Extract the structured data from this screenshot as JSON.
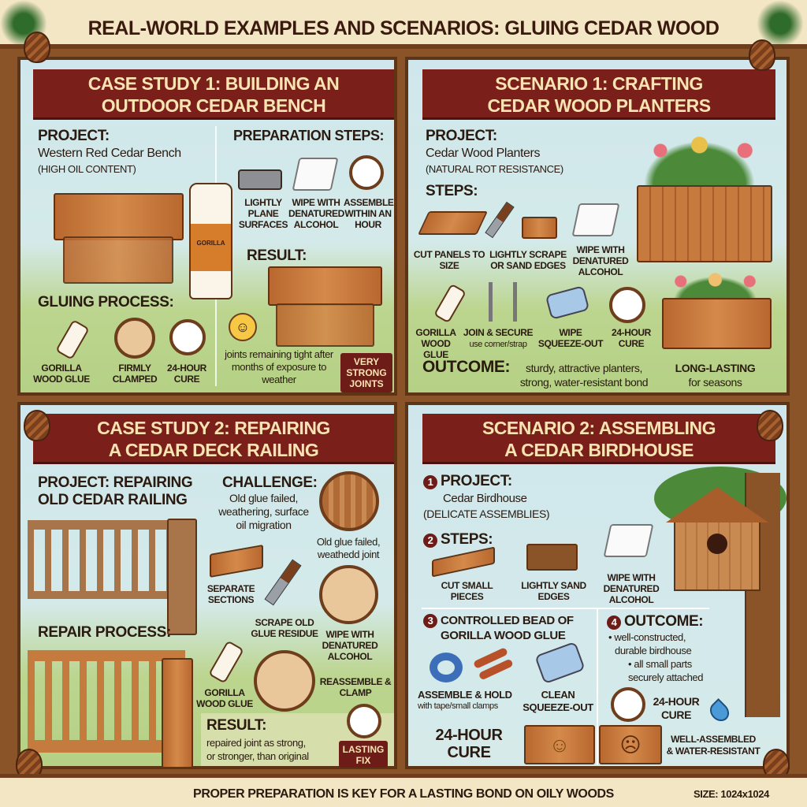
{
  "title": "REAL-WORLD EXAMPLES AND SCENARIOS: GLUING CEDAR WOOD",
  "footer": {
    "text": "PROPER PREPARATION IS KEY FOR A LASTING BOND ON OILY WOODS",
    "size": "SIZE: 1024x1024"
  },
  "colors": {
    "banner": "#7a1f1a",
    "frame": "#8a5428",
    "text": "#2a1a10",
    "cream": "#f3e6c4"
  },
  "case1": {
    "banner": [
      "CASE STUDY 1: BUILDING AN",
      "OUTDOOR CEDAR BENCH"
    ],
    "project_label": "PROJECT:",
    "project_name": "Western Red Cedar Bench",
    "project_note": "(HIGH OIL CONTENT)",
    "prep_label": "PREPARATION STEPS:",
    "prep_steps": [
      {
        "icon": "hand-plane-icon",
        "label": "LIGHTLY PLANE SURFACES"
      },
      {
        "icon": "cloth-icon",
        "label": "WIPE WITH DENATURED ALCOHOL"
      },
      {
        "icon": "stopwatch-icon",
        "label": "ASSEMBLE WITHIN AN HOUR"
      }
    ],
    "glue_brand": "GORILLA",
    "result_label": "RESULT:",
    "result_text": "joints remaining tight after months of exposure to weather",
    "result_badge": "VERY STRONG JOINTS",
    "gluing_label": "GLUING PROCESS:",
    "gluing_steps": [
      {
        "icon": "glue-bottle-icon",
        "label": "GORILLA WOOD GLUE"
      },
      {
        "icon": "clamp-icon",
        "label": "FIRMLY CLAMPED"
      },
      {
        "icon": "stopwatch-icon",
        "label": "24-HOUR CURE"
      }
    ]
  },
  "scenario1": {
    "banner": [
      "SCENARIO 1: CRAFTING",
      "CEDAR WOOD PLANTERS"
    ],
    "project_label": "PROJECT:",
    "project_name": "Cedar Wood Planters",
    "project_note": "(NATURAL ROT RESISTANCE)",
    "steps_label": "STEPS:",
    "steps": [
      {
        "icon": "wood-panels-icon",
        "label": "CUT PANELS TO SIZE"
      },
      {
        "icon": "chisel-icon",
        "label": "LIGHTLY SCRAPE OR SAND EDGES"
      },
      {
        "icon": "cloth-icon",
        "label": "WIPE WITH DENATURED ALCOHOL"
      }
    ],
    "steps2": [
      {
        "icon": "glue-bottle-icon",
        "label": "GORILLA WOOD GLUE",
        "sub": ""
      },
      {
        "icon": "clamp-icon",
        "label": "JOIN & SECURE",
        "sub": "use corner/strap"
      },
      {
        "icon": "towel-icon",
        "label": "WIPE SQUEEZE-OUT",
        "sub": ""
      },
      {
        "icon": "clock-icon",
        "label": "24-HOUR CURE",
        "sub": ""
      }
    ],
    "outcome_label": "OUTCOME:",
    "outcome_text": [
      "sturdy, attractive planters,",
      "strong, water-resistant bond"
    ],
    "outcome_extra": [
      "LONG-LASTING",
      "for seasons"
    ]
  },
  "case2": {
    "banner": [
      "CASE STUDY 2: REPAIRING",
      "A CEDAR DECK RAILING"
    ],
    "project_label": [
      "PROJECT: REPAIRING",
      "OLD CEDAR RAILING"
    ],
    "challenge_label": "CHALLENGE:",
    "challenge_text": [
      "Old glue failed,",
      "weathering, surface",
      "oil migration"
    ],
    "challenge_caption": [
      "Old glue failed,",
      "weathedd joint"
    ],
    "steps": [
      {
        "icon": "wood-board-icon",
        "label": "SEPARATE SECTIONS"
      },
      {
        "icon": "scraper-icon",
        "label": "SCRAPE OLD GLUE RESIDUE"
      },
      {
        "icon": "cloth-icon",
        "label": "WIPE WITH DENATURED ALCOHOL"
      },
      {
        "icon": "glue-bottle-icon",
        "label": "GORILLA WOOD GLUE"
      },
      {
        "icon": "clamp-icon",
        "label": "REASSEMBLE & CLAMP"
      }
    ],
    "repair_label": "REPAIR PROCESS:",
    "result_label": "RESULT:",
    "result_text": [
      "repaired joint as strong,",
      "or stronger, than original"
    ],
    "result_badge": "LASTING FIX"
  },
  "scenario2": {
    "banner": [
      "SCENARIO 2: ASSEMBLING",
      "A CEDAR BIRDHOUSE"
    ],
    "project_num": "1",
    "project_label": "PROJECT:",
    "project_name": "Cedar Birdhouse",
    "project_note": "(DELICATE ASSEMBLIES)",
    "steps_num": "2",
    "steps_label": "STEPS:",
    "steps": [
      {
        "icon": "wood-pieces-icon",
        "label": "CUT SMALL PIECES"
      },
      {
        "icon": "sanding-block-icon",
        "label": "LIGHTLY SAND EDGES"
      },
      {
        "icon": "cloth-icon",
        "label": "WIPE WITH DENATURED ALCOHOL"
      }
    ],
    "glue_num": "3",
    "glue_label": [
      "CONTROLLED BEAD OF",
      "GORILLA WOOD GLUE"
    ],
    "hold_label": "ASSEMBLE & HOLD",
    "hold_sub": "with tape/small clamps",
    "clean_label": [
      "CLEAN",
      "SQUEEZE-OUT"
    ],
    "cure_label": [
      "24-HOUR",
      "CURE"
    ],
    "outcome_num": "4",
    "outcome_label": "OUTCOME:",
    "outcome_bullets": [
      "• well-constructed,",
      "durable birdhouse",
      "• all small parts",
      "securely attached"
    ],
    "outcome_cure": [
      "24-HOUR",
      "CURE"
    ],
    "outcome_final": [
      "WELL-ASSEMBLED",
      "& WATER-RESISTANT"
    ]
  }
}
